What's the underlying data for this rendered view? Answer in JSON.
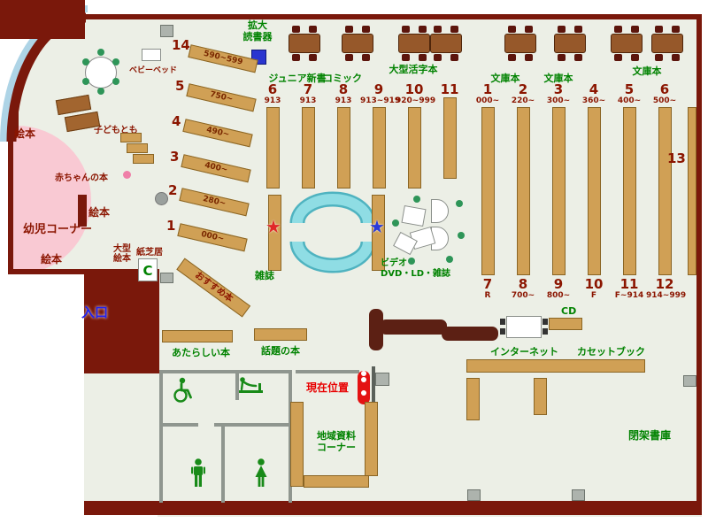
{
  "colors": {
    "wall": "#7a180b",
    "floor": "#ecefe6",
    "shelf": "#d0a055",
    "kids_pink": "#f9c9d3",
    "seat_cyan": "#8fdde4",
    "label_green": "#008200",
    "label_maroon": "#8b1500",
    "entrance_blue": "#2222ee",
    "marker_red": "#e41212",
    "star_red": "#e02828",
    "star_blue": "#2b3bd8"
  },
  "icons": {
    "star_red": "★",
    "star_blue": "★",
    "c_sign": "C"
  },
  "children_area": {
    "ehon1": "絵本",
    "ehon2": "絵本",
    "ehon3": "絵本",
    "yoji_corner": "幼児コーナー",
    "akachan": "赤ちゃんの本",
    "kodomo": "子どもとも",
    "baby_bed": "ベビーベッド",
    "ogata_line1": "大型",
    "ogata_line2": "絵本",
    "kamishibai": "紙芝居"
  },
  "entrance": {
    "label": "入口"
  },
  "magnifier": {
    "line1": "拡大",
    "line2": "読書器"
  },
  "diagonal": {
    "shelves": [
      {
        "n": "14",
        "range": "590~599"
      },
      {
        "n": "5",
        "range": "750~"
      },
      {
        "n": "4",
        "range": "490~"
      },
      {
        "n": "3",
        "range": "400~"
      },
      {
        "n": "2",
        "range": "280~"
      },
      {
        "n": "1",
        "range": "000~"
      }
    ],
    "osusume": "おすすめ本"
  },
  "section_a": {
    "genres": [
      "ジュニア新書",
      "コミック",
      "大型活字本"
    ],
    "columns": [
      {
        "n": "6",
        "range": "913"
      },
      {
        "n": "7",
        "range": "913"
      },
      {
        "n": "8",
        "range": "913"
      },
      {
        "n": "9",
        "range": "913~919"
      },
      {
        "n": "10",
        "range": "920~999"
      },
      {
        "n": "11",
        "range": ""
      }
    ]
  },
  "section_b": {
    "genres": [
      "文庫本",
      "文庫本",
      "文庫本"
    ],
    "top": [
      {
        "n": "1",
        "range": "000~"
      },
      {
        "n": "2",
        "range": "220~"
      },
      {
        "n": "3",
        "range": "300~"
      },
      {
        "n": "4",
        "range": "360~"
      },
      {
        "n": "5",
        "range": "400~"
      },
      {
        "n": "6",
        "range": "500~"
      }
    ],
    "bottom": [
      {
        "n": "7",
        "range": "R"
      },
      {
        "n": "8",
        "range": "700~"
      },
      {
        "n": "9",
        "range": "800~"
      },
      {
        "n": "10",
        "range": "F"
      },
      {
        "n": "11",
        "range": "F~914"
      },
      {
        "n": "12",
        "range": "914~999"
      }
    ]
  },
  "col13": {
    "n": "13"
  },
  "center": {
    "zasshi": "雑誌",
    "video_line1": "ビデオ・",
    "video_line2": "DVD・LD・雑誌"
  },
  "services": {
    "internet": "インターネット",
    "cd": "CD",
    "cassette": "カセットブック"
  },
  "areas": {
    "atarashii": "あたらしい本",
    "wadai": "話題の本",
    "genzai": "現在位置",
    "chiiki_line1": "地域資料",
    "chiiki_line2": "コーナー",
    "heika": "閉架書庫"
  }
}
